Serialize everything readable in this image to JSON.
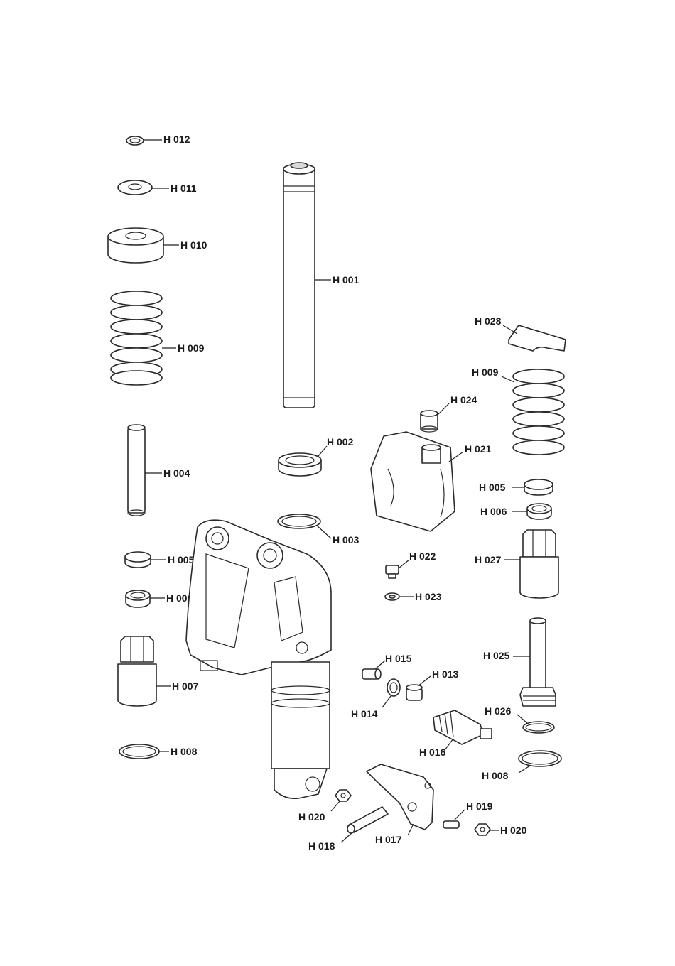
{
  "labels": {
    "h012": "H 012",
    "h011": "H 011",
    "h010": "H 010",
    "h001": "H 001",
    "h009_left": "H 009",
    "h028": "H 028",
    "h009_right": "H 009",
    "h024": "H 024",
    "h002": "H 002",
    "h021": "H 021",
    "h004": "H 004",
    "h005_right": "H 005",
    "h006_right": "H 006",
    "h003": "H 003",
    "h022": "H 022",
    "h027": "H 027",
    "h005_left": "H 005",
    "h023": "H 023",
    "h006_left": "H 006",
    "h025": "H 025",
    "h015": "H 015",
    "h013": "H 013",
    "h007": "H 007",
    "h014": "H 014",
    "h026": "H 026",
    "h016": "H 016",
    "h008_left": "H 008",
    "h008_right": "H 008",
    "h019": "H 019",
    "h020_left": "H 020",
    "h020_right": "H 020",
    "h018": "H 018",
    "h017": "H 017"
  }
}
